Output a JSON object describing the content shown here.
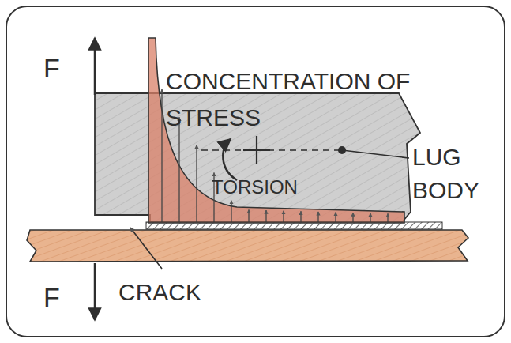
{
  "diagram": {
    "labels": [
      "F",
      "CONCENTRATION OF STRESS",
      "TORSION",
      "LUG BODY",
      "F",
      "CRACK"
    ]
  }
}
